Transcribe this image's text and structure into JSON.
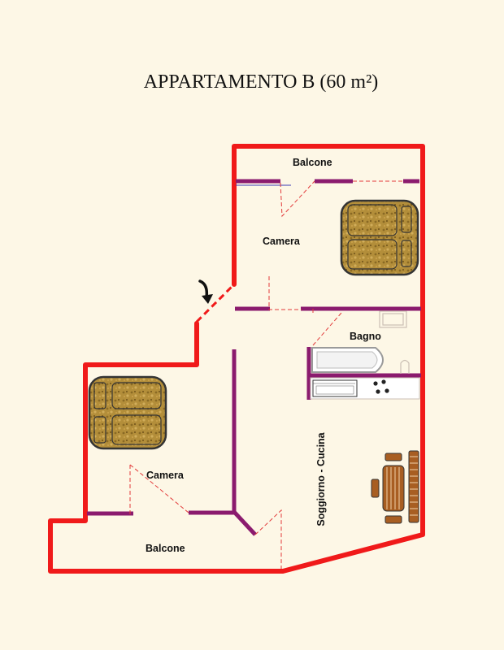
{
  "title": "APPARTAMENTO B (60 m²)",
  "rooms": {
    "balcone_top": "Balcone",
    "camera_top": "Camera",
    "bagno": "Bagno",
    "camera_left": "Camera",
    "balcone_bottom": "Balcone",
    "soggiorno": "Soggiorno - Cucina"
  },
  "colors": {
    "background": "#fdf7e6",
    "outer_wall": "#f01a1a",
    "inner_wall": "#8b1b6e",
    "door_swing": "#e23a3a",
    "bed_fill": "#b38e3a",
    "table_fill": "#a85e22"
  },
  "icons": {
    "entrance": "curved-arrow-icon"
  }
}
